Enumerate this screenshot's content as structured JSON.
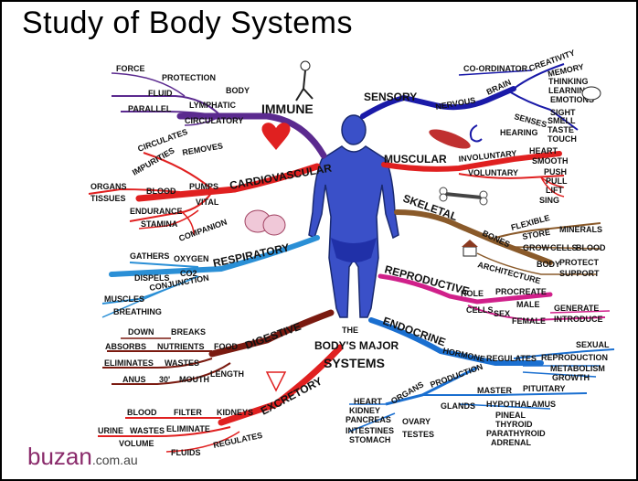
{
  "title": "Study of Body Systems",
  "center": {
    "line1": "THE",
    "line2": "BODY'S MAJOR",
    "line3": "SYSTEMS"
  },
  "branches": {
    "immune": {
      "label": "IMMUNE",
      "sub": [
        "FORCE",
        "PROTECTION",
        "BODY",
        "FLUID",
        "LYMPHATIC",
        "PARALLEL",
        "CIRCULATORY"
      ]
    },
    "cardio": {
      "label": "CARDIOVASCULAR",
      "sub": [
        "CIRCULATES",
        "IMPURITIES",
        "REMOVES",
        "ORGANS",
        "TISSUES",
        "BLOOD",
        "PUMPS",
        "ENDURANCE",
        "VITAL",
        "STAMINA",
        "COMPANION"
      ]
    },
    "resp": {
      "label": "RESPIRATORY",
      "sub": [
        "GATHERS",
        "OXYGEN",
        "DISPELS",
        "CO2",
        "MUSCLES",
        "CONJUNCTION",
        "BREATHING"
      ]
    },
    "digest": {
      "label": "DIGESTIVE",
      "sub": [
        "DOWN",
        "BREAKS",
        "ABSORBS",
        "NUTRIENTS",
        "FOOD",
        "ELIMINATES",
        "WASTES",
        "ANUS",
        "30'",
        "MOUTH",
        "LENGTH"
      ]
    },
    "excret": {
      "label": "EXCRETORY",
      "sub": [
        "BLOOD",
        "FILTER",
        "KIDNEYS",
        "URINE",
        "WASTES",
        "ELIMINATE",
        "VOLUME",
        "FLUIDS",
        "REGULATES"
      ]
    },
    "sensory": {
      "label": "SENSORY",
      "sub": [
        "CO-ORDINATOR",
        "NERVOUS",
        "BRAIN",
        "CREATIVITY",
        "MEMORY",
        "THINKING",
        "LEARNING",
        "EMOTIONS",
        "SENSES",
        "SIGHT",
        "SMELL",
        "HEARING",
        "TASTE",
        "TOUCH"
      ]
    },
    "muscular": {
      "label": "MUSCULAR",
      "sub": [
        "INVOLUNTARY",
        "HEART",
        "SMOOTH",
        "VOLUNTARY",
        "PUSH",
        "PULL",
        "LIFT",
        "SING"
      ]
    },
    "skeletal": {
      "label": "SKELETAL",
      "sub": [
        "BONES",
        "FLEXIBLE",
        "STORE",
        "MINERALS",
        "GROW",
        "CELLS",
        "BLOOD",
        "ARCHITECTURE",
        "BODY",
        "PROTECT",
        "SUPPORT"
      ]
    },
    "repro": {
      "label": "REPRODUCTIVE",
      "sub": [
        "ROLE",
        "PROCREATE",
        "CELLS",
        "SEX",
        "MALE",
        "FEMALE",
        "GENERATE",
        "INTRODUCE"
      ]
    },
    "endo": {
      "label": "ENDOCRINE",
      "sub": [
        "HORMONE",
        "REGULATES",
        "SEXUAL",
        "REPRODUCTION",
        "METABOLISM",
        "GROWTH",
        "ORGANS",
        "PRODUCTION",
        "MASTER",
        "PITUITARY",
        "GLANDS",
        "HYPOTHALAMUS",
        "PINEAL",
        "THYROID",
        "PARATHYROID",
        "ADRENAL",
        "HEART",
        "KIDNEY",
        "PANCREAS",
        "INTESTINES",
        "STOMACH",
        "OVARY",
        "TESTES"
      ]
    }
  },
  "footer": {
    "brand": "buzan",
    "domain": ".com.au"
  },
  "colors": {
    "immune": "#5b2a8f",
    "cardio": "#e02020",
    "resp": "#2a8fd6",
    "digest": "#7a1a10",
    "excret": "#e02020",
    "sensory": "#1a1aa8",
    "muscular": "#e02020",
    "skeletal": "#8a5a2a",
    "repro": "#d0208a",
    "endo": "#1a6fd0",
    "body": "#3a50c8"
  }
}
